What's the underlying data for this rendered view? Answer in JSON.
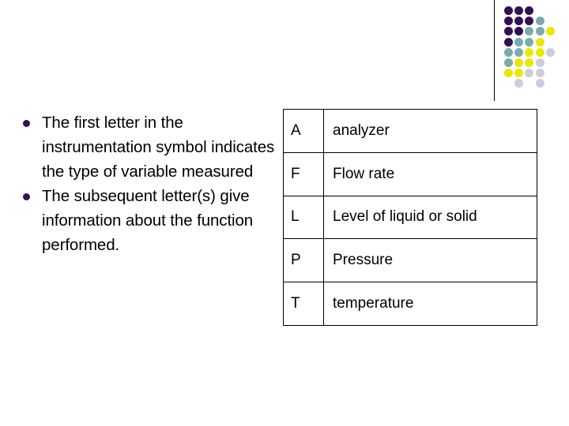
{
  "slide": {
    "background_color": "#ffffff",
    "text_color": "#000000"
  },
  "decor": {
    "rule_name": "vertical-divider-rule",
    "rule_color": "#000000",
    "motif_name": "dot-grid-motif",
    "palette": {
      "purple": "#331155",
      "teal": "#7aacac",
      "yellow": "#e8e800",
      "lavender": "#ccccdd"
    },
    "dot_grid": [
      [
        "purple",
        "purple",
        "purple",
        null,
        null,
        null
      ],
      [
        "purple",
        "purple",
        "purple",
        "teal",
        null,
        null
      ],
      [
        "purple",
        "purple",
        "teal",
        "teal",
        "yellow",
        null
      ],
      [
        "purple",
        "teal",
        "teal",
        "yellow",
        null,
        null
      ],
      [
        "teal",
        "teal",
        "yellow",
        "yellow",
        "lavender",
        null
      ],
      [
        "teal",
        "yellow",
        "yellow",
        "lavender",
        null,
        null
      ],
      [
        "yellow",
        "yellow",
        "lavender",
        "lavender",
        null,
        null
      ],
      [
        null,
        "lavender",
        null,
        "lavender",
        null,
        null
      ]
    ]
  },
  "bullets": {
    "bullet_glyph_color": "#331155",
    "items": [
      "The first letter in the instrumentation symbol indicates the type of variable measured",
      "The subsequent letter(s) give information about the function performed."
    ]
  },
  "legend": {
    "name": "instrumentation-letter-legend",
    "rows": [
      {
        "symbol": "A",
        "meaning": "analyzer"
      },
      {
        "symbol": "F",
        "meaning": "Flow rate"
      },
      {
        "symbol": "L",
        "meaning": "Level of liquid or solid"
      },
      {
        "symbol": "P",
        "meaning": "Pressure"
      },
      {
        "symbol": "T",
        "meaning": "temperature"
      }
    ]
  }
}
